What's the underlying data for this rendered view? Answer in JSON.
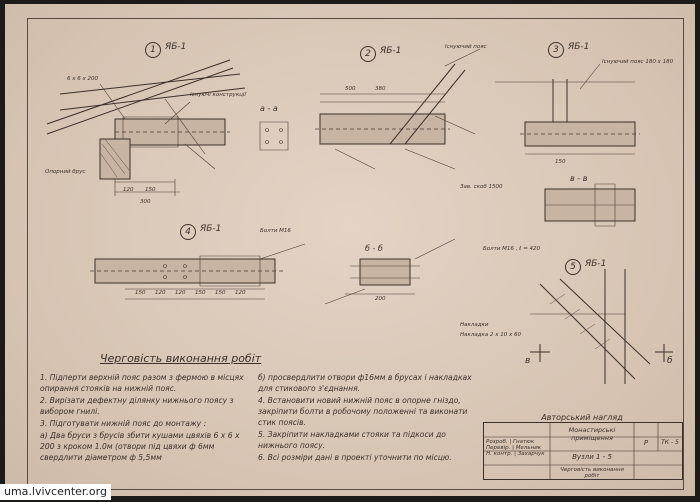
{
  "sheet": {
    "section_labels": {
      "node1": {
        "num": "1",
        "mark": "ЯБ-1"
      },
      "node2": {
        "num": "2",
        "mark": "ЯБ-1"
      },
      "node3": {
        "num": "3",
        "mark": "ЯБ-1"
      },
      "node4": {
        "num": "4",
        "mark": "ЯБ-1"
      },
      "node5": {
        "num": "5",
        "mark": "ЯБ-1"
      }
    },
    "annotations": {
      "a1": "6 х 6 х 200",
      "a2": "існуючі конструкції",
      "a3": "Опорний брус",
      "a4": "Накладки",
      "a5": "Існуючий пояс",
      "a6": "а - а",
      "a7": "б - б",
      "a8": "в - в",
      "a9": "Болти М16",
      "a10": "Болти М16 , ℓ = 420",
      "a11": "Накладка 2 х 10 х 60",
      "a12": "Існуючий пояс 180 х 180",
      "a13": "Зав. скоб 1500",
      "a14": "в",
      "a15": "б"
    },
    "dims": [
      "300",
      "120",
      "150",
      "150",
      "120",
      "120",
      "150",
      "150",
      "120",
      "500",
      "380",
      "200",
      "150"
    ],
    "notes_title": "Черговість виконання робіт",
    "notes_left": [
      "1. Підперти верхній пояс разом з фермою в місцях опирання стояків на нижній пояс.",
      "2. Вирізати дефектну ділянку нижнього поясу з вибором гнилі.",
      "3. Підготувати нижній пояс до монтажу :",
      "а) Два бруси з брусів збити кушами цвяхів 6 х 6 х 200 з кроком 1.0м (отвори під цвяхи ф 6мм свердлити діаметром ф 5,5мм"
    ],
    "notes_right": [
      "б) просвердлити отвори ф16мм в брусах і накладках для стикового з'єднання.",
      "4. Встановити новий нижній пояс в опорне гніздо, закріпити болти в робочому положенні та виконати стик поясів.",
      "5. Закріпити накладками стояки та підкоси до нижнього поясу.",
      "6. Всі розміри дані в проекті уточнити по місцю."
    ],
    "stamp": {
      "header": "Авторський нагляд",
      "rows": [
        "Розроб. | Гнатюк",
        "Перевір. | Мельник",
        "Н. контр. | Захарчук"
      ],
      "title": "Монастирські приміщення",
      "subtitle": "Вузли 1 - 5",
      "footer": "Черговість виконання робіт",
      "stage": "Р",
      "sheet_no": "ТК - 5"
    },
    "watermark_badge": "uma.lvivcenter.org"
  }
}
